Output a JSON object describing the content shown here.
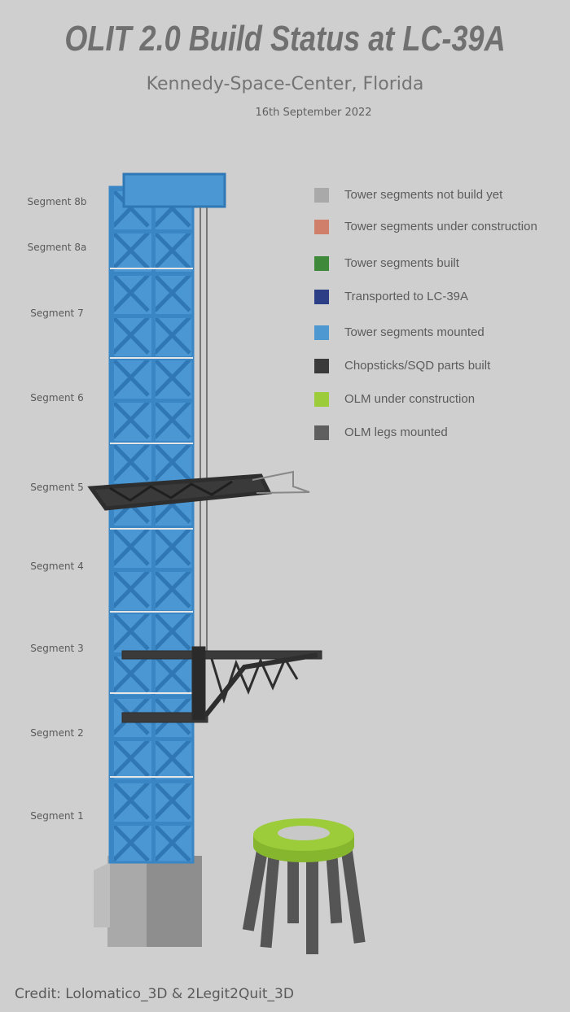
{
  "header": {
    "title": "OLIT 2.0 Build Status at LC-39A",
    "subtitle": "Kennedy-Space-Center, Florida",
    "date": "16th September 2022"
  },
  "segments": [
    {
      "label": "Segment 8b"
    },
    {
      "label": "Segment 8a"
    },
    {
      "label": "Segment 7"
    },
    {
      "label": "Segment 6"
    },
    {
      "label": "Segment 5"
    },
    {
      "label": "Segment 4"
    },
    {
      "label": "Segment 3"
    },
    {
      "label": "Segment 2"
    },
    {
      "label": "Segment 1"
    }
  ],
  "legend": [
    {
      "label": "Tower segments not build yet",
      "color": "#a9a9a9"
    },
    {
      "label": "Tower segments under construction",
      "color": "#d0806a"
    },
    {
      "label": "Tower segments built",
      "color": "#3f8a3a"
    },
    {
      "label": "Transported to LC-39A",
      "color": "#2c3f86"
    },
    {
      "label": "Tower segments mounted",
      "color": "#4d98d0"
    },
    {
      "label": "Chopsticks/SQD parts built",
      "color": "#3a3a3a"
    },
    {
      "label": "OLM under construction",
      "color": "#9ccc3a"
    },
    {
      "label": "OLM legs mounted",
      "color": "#5f5f5f"
    }
  ],
  "credit": "Credit: Lolomatico_3D & 2Legit2Quit_3D"
}
